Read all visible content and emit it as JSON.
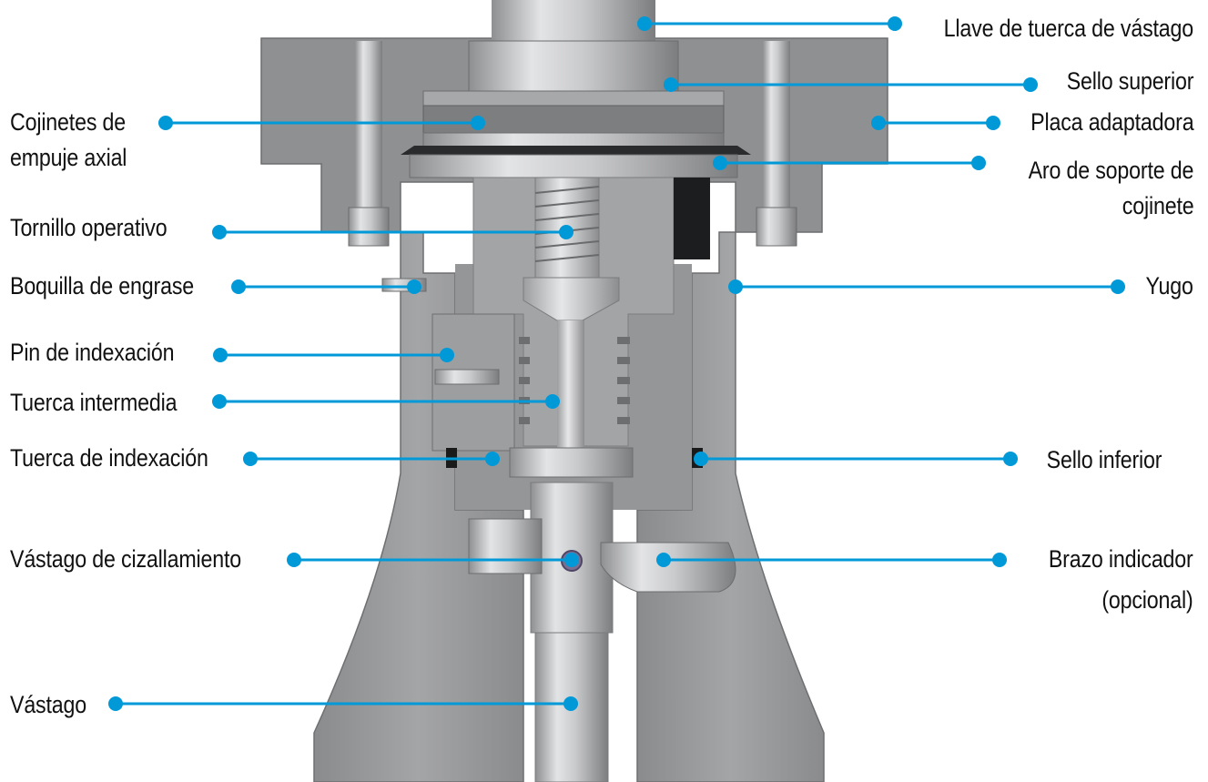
{
  "colors": {
    "leader": "#0099d8",
    "text": "#111111",
    "steel_dark": "#7b7c7e",
    "steel_mid": "#9a9b9d",
    "steel_light": "#c6c7c9",
    "background": "#ffffff"
  },
  "labels": {
    "stem_nut_wrench": "Llave de tuerca de vástago",
    "upper_seal": "Sello superior",
    "thrust_bearings_line1": "Cojinetes de",
    "thrust_bearings_line2": "empuje axial",
    "adapter_plate": "Placa adaptadora",
    "bearing_support_ring_line1": "Aro de soporte de",
    "bearing_support_ring_line2": "cojinete",
    "operating_screw": "Tornillo operativo",
    "grease_nipple": "Boquilla de engrase",
    "yoke": "Yugo",
    "indexing_pin": "Pin de indexación",
    "intermediate_nut": "Tuerca intermedia",
    "indexing_nut": "Tuerca de indexación",
    "lower_seal": "Sello inferior",
    "shear_stem": "Vástago de cizallamiento",
    "indicator_arm_line1": "Brazo indicador",
    "indicator_arm_line2": "(opcional)",
    "stem": "Vástago"
  }
}
